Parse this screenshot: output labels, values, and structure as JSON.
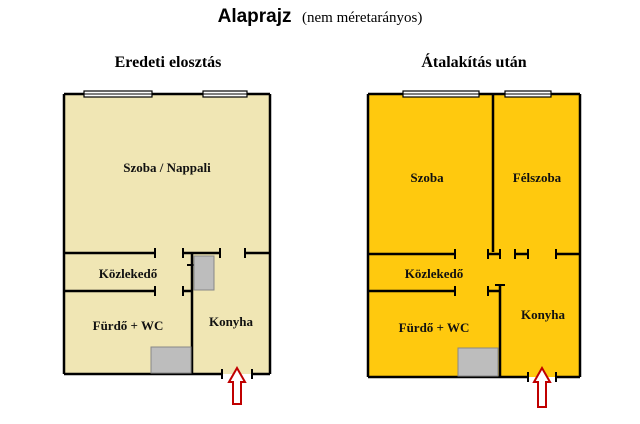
{
  "title": {
    "main": "Alaprajz",
    "sub": "(nem méretarányos)"
  },
  "plans": {
    "original": {
      "heading": "Eredeti elosztás",
      "fill_color": "#f0e6b4",
      "rooms": {
        "living": "Szoba / Nappali",
        "hall": "Közlekedő",
        "bath": "Fürdő + WC",
        "kitchen": "Konyha"
      }
    },
    "renovated": {
      "heading": "Átalakítás után",
      "fill_color": "#ffc90e",
      "rooms": {
        "room": "Szoba",
        "half_room": "Félszoba",
        "hall": "Közlekedő",
        "bath": "Fürdő + WC",
        "kitchen": "Konyha"
      }
    }
  },
  "colors": {
    "wall": "#000000",
    "fixture": "#bdbdbd",
    "entrance_arrow": "#c00000"
  },
  "icons": {
    "entrance": "entrance-arrow-icon",
    "window": "window-icon"
  }
}
